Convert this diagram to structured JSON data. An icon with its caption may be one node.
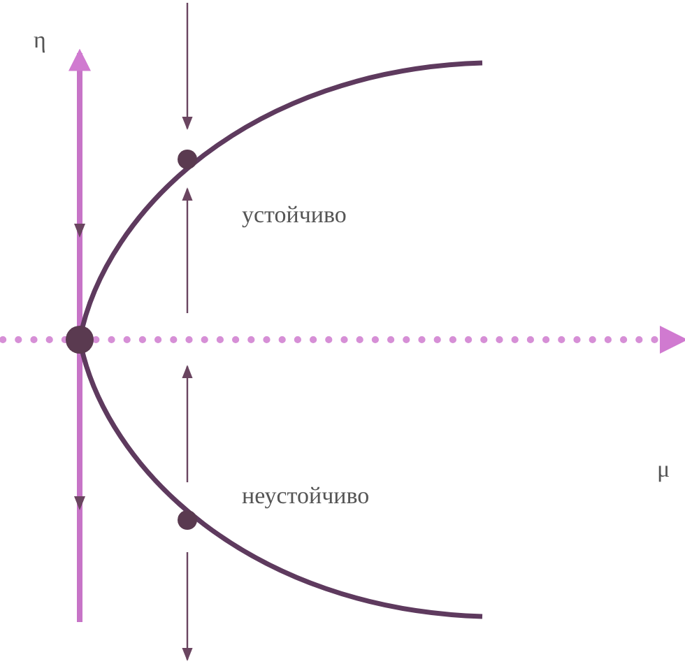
{
  "diagram": {
    "labels": [
      "η",
      "устойчиво",
      "μ",
      "неустойчиво"
    ]
  }
}
